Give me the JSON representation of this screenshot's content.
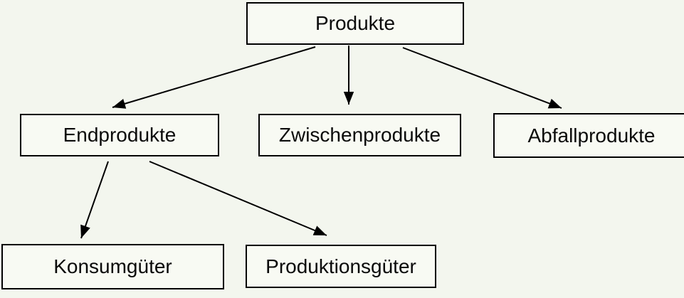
{
  "diagram": {
    "type": "tree",
    "nodes": {
      "produkte": {
        "label": "Produkte"
      },
      "endprodukte": {
        "label": "Endprodukte"
      },
      "zwischenprodukte": {
        "label": "Zwischenprodukte"
      },
      "abfallprodukte": {
        "label": "Abfallprodukte"
      },
      "konsumgueter": {
        "label": "Konsumgüter"
      },
      "produktionsgueter": {
        "label": "Produktionsgüter"
      }
    },
    "edges": [
      {
        "from": "Produkte",
        "to": "Endprodukte"
      },
      {
        "from": "Produkte",
        "to": "Zwischenprodukte"
      },
      {
        "from": "Produkte",
        "to": "Abfallprodukte"
      },
      {
        "from": "Endprodukte",
        "to": "Konsumgüter"
      },
      {
        "from": "Endprodukte",
        "to": "Produktionsgüter"
      }
    ],
    "colors": {
      "background": "#f3f6ee",
      "box_fill": "#f8faf3",
      "border": "#000000",
      "text": "#0a0a0a",
      "arrow": "#000000"
    }
  }
}
